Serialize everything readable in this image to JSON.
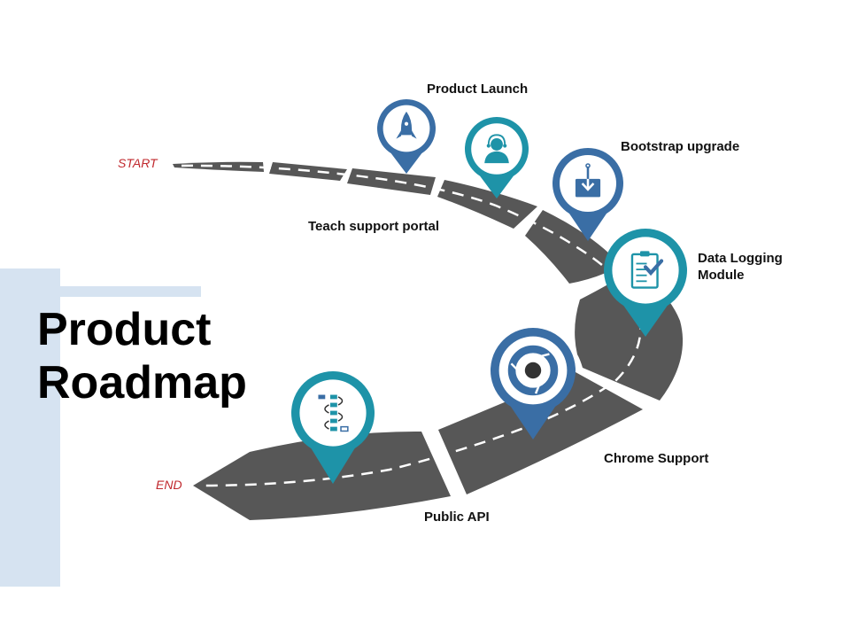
{
  "title": {
    "line1": "Product",
    "line2": "Roadmap"
  },
  "start_label": "START",
  "end_label": "END",
  "milestones": [
    {
      "label": "Product Launch",
      "icon": "rocket-icon"
    },
    {
      "label": "Teach support portal",
      "icon": "support-agent-icon"
    },
    {
      "label": "Bootstrap upgrade",
      "icon": "download-icon"
    },
    {
      "label": "Data Logging Module",
      "icon": "clipboard-check-icon"
    },
    {
      "label": "Chrome Support",
      "icon": "chrome-icon"
    },
    {
      "label": "Public API",
      "icon": "flowchart-icon"
    }
  ],
  "colors": {
    "road": "#575757",
    "pin_blue": "#3A6EA5",
    "pin_teal": "#1E93A8",
    "accent_panel": "#D6E3F1",
    "start_end_text": "#C0282D"
  }
}
